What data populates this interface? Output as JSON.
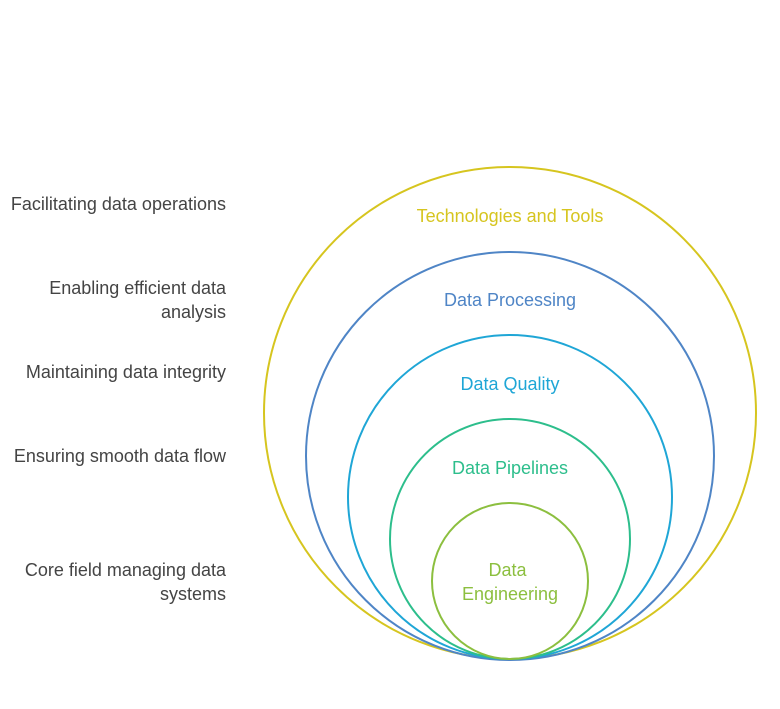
{
  "layers": [
    {
      "label": "Technologies and Tools",
      "description": "Facilitating data operations",
      "color": "#D6C51F"
    },
    {
      "label": "Data Processing",
      "description": "Enabling efficient data analysis",
      "color": "#4F85C6"
    },
    {
      "label": "Data Quality",
      "description": "Maintaining data integrity",
      "color": "#1FA6D6"
    },
    {
      "label": "Data Pipelines",
      "description": "Ensuring smooth data flow",
      "color": "#2DBE8C"
    },
    {
      "label": "Data Engineering",
      "description": "Core field managing data systems",
      "color": "#8CBF3F"
    }
  ]
}
